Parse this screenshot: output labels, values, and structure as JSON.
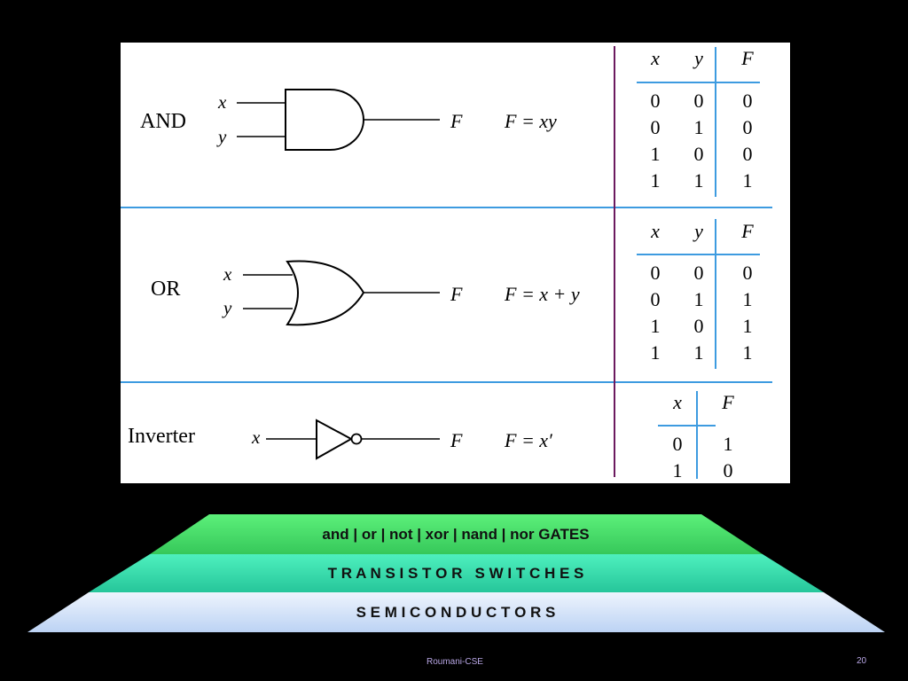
{
  "gates": [
    {
      "name": "AND",
      "inputs": [
        "x",
        "y"
      ],
      "output": "F",
      "expression": "F = xy",
      "table": {
        "headers": [
          "x",
          "y",
          "F"
        ],
        "rows": [
          [
            "0",
            "0",
            "0"
          ],
          [
            "0",
            "1",
            "0"
          ],
          [
            "1",
            "0",
            "0"
          ],
          [
            "1",
            "1",
            "1"
          ]
        ]
      }
    },
    {
      "name": "OR",
      "inputs": [
        "x",
        "y"
      ],
      "output": "F",
      "expression": "F = x + y",
      "table": {
        "headers": [
          "x",
          "y",
          "F"
        ],
        "rows": [
          [
            "0",
            "0",
            "0"
          ],
          [
            "0",
            "1",
            "1"
          ],
          [
            "1",
            "0",
            "1"
          ],
          [
            "1",
            "1",
            "1"
          ]
        ]
      }
    },
    {
      "name": "Inverter",
      "inputs": [
        "x"
      ],
      "output": "F",
      "expression": "F = x′",
      "table": {
        "headers": [
          "x",
          "F"
        ],
        "rows": [
          [
            "0",
            "1"
          ],
          [
            "1",
            "0"
          ]
        ]
      }
    }
  ],
  "pyramid": {
    "top": "and | or | not | xor | nand | nor GATES",
    "middle": "T R A N S I S T O R   S W I T C H E S",
    "bottom": "S E M I C O N D U C T O R S"
  },
  "footer": "Roumani-CSE",
  "page_number": "20",
  "colors": {
    "divider_blue": "#3d9be0",
    "divider_purple": "#6b1a5f",
    "pyramid_top": "#4fe06a",
    "pyramid_middle": "#3ee0b0",
    "pyramid_bottom": "#dde9fb",
    "footer_text": "#b9a7e6"
  }
}
